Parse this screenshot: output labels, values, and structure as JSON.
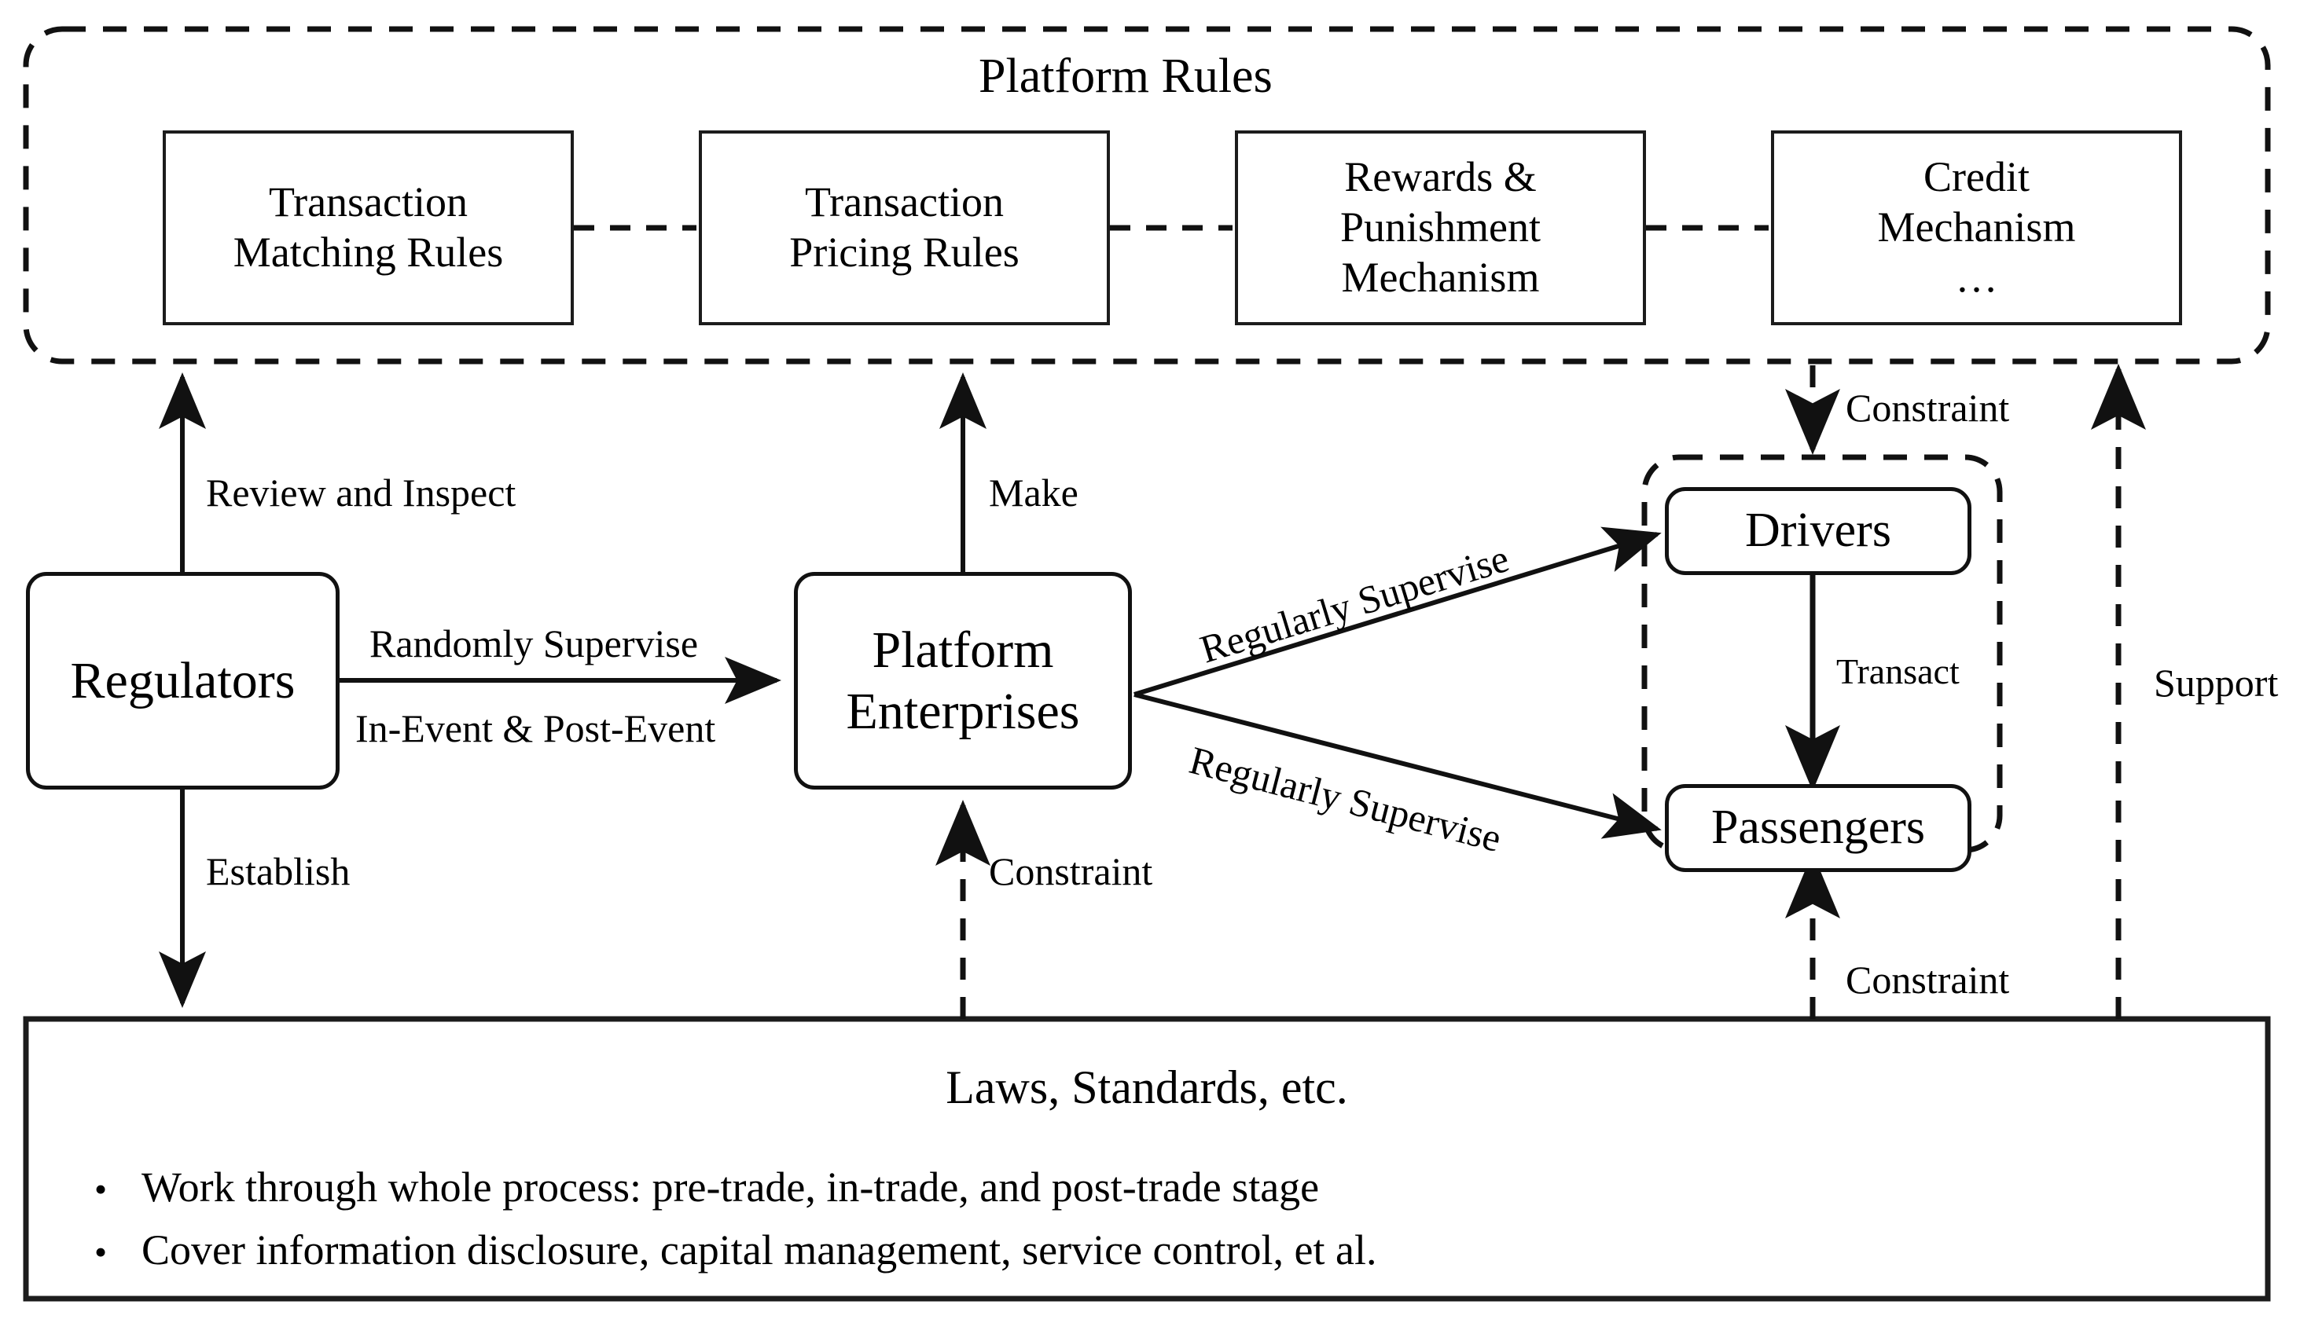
{
  "diagram": {
    "title_top": "Platform Rules",
    "platform_rules": {
      "label": "Platform Rules",
      "items": [
        {
          "line1": "Transaction",
          "line2": "Matching Rules",
          "line3": ""
        },
        {
          "line1": "Transaction",
          "line2": "Pricing Rules",
          "line3": ""
        },
        {
          "line1": "Rewards &",
          "line2": "Punishment",
          "line3": "Mechanism"
        },
        {
          "line1": "Credit",
          "line2": "Mechanism",
          "line3": "…"
        }
      ]
    },
    "actors": {
      "regulators": "Regulators",
      "platform_enterprises_line1": "Platform",
      "platform_enterprises_line2": "Enterprises",
      "drivers": "Drivers",
      "passengers": "Passengers"
    },
    "edges": {
      "review_and_inspect": "Review and Inspect",
      "make": "Make",
      "randomly_supervise": "Randomly Supervise",
      "in_event_post_event": "In-Event & Post-Event",
      "establish": "Establish",
      "constraint_platform": "Constraint",
      "constraint_users_top": "Constraint",
      "constraint_users_bottom": "Constraint",
      "support": "Support",
      "transact": "Transact",
      "regularly_supervise_drivers": "Regularly Supervise",
      "regularly_supervise_passengers": "Regularly Supervise"
    },
    "laws": {
      "title": "Laws, Standards, etc.",
      "bullet_marker": "•",
      "bullets": [
        "Work through whole process: pre-trade, in-trade, and post-trade stage",
        "Cover information disclosure, capital management, service control, et al."
      ]
    },
    "colors": {
      "background": "#ffffff",
      "stroke": "#111111",
      "box_border": "#1c1c1c",
      "text": "#000000"
    }
  }
}
